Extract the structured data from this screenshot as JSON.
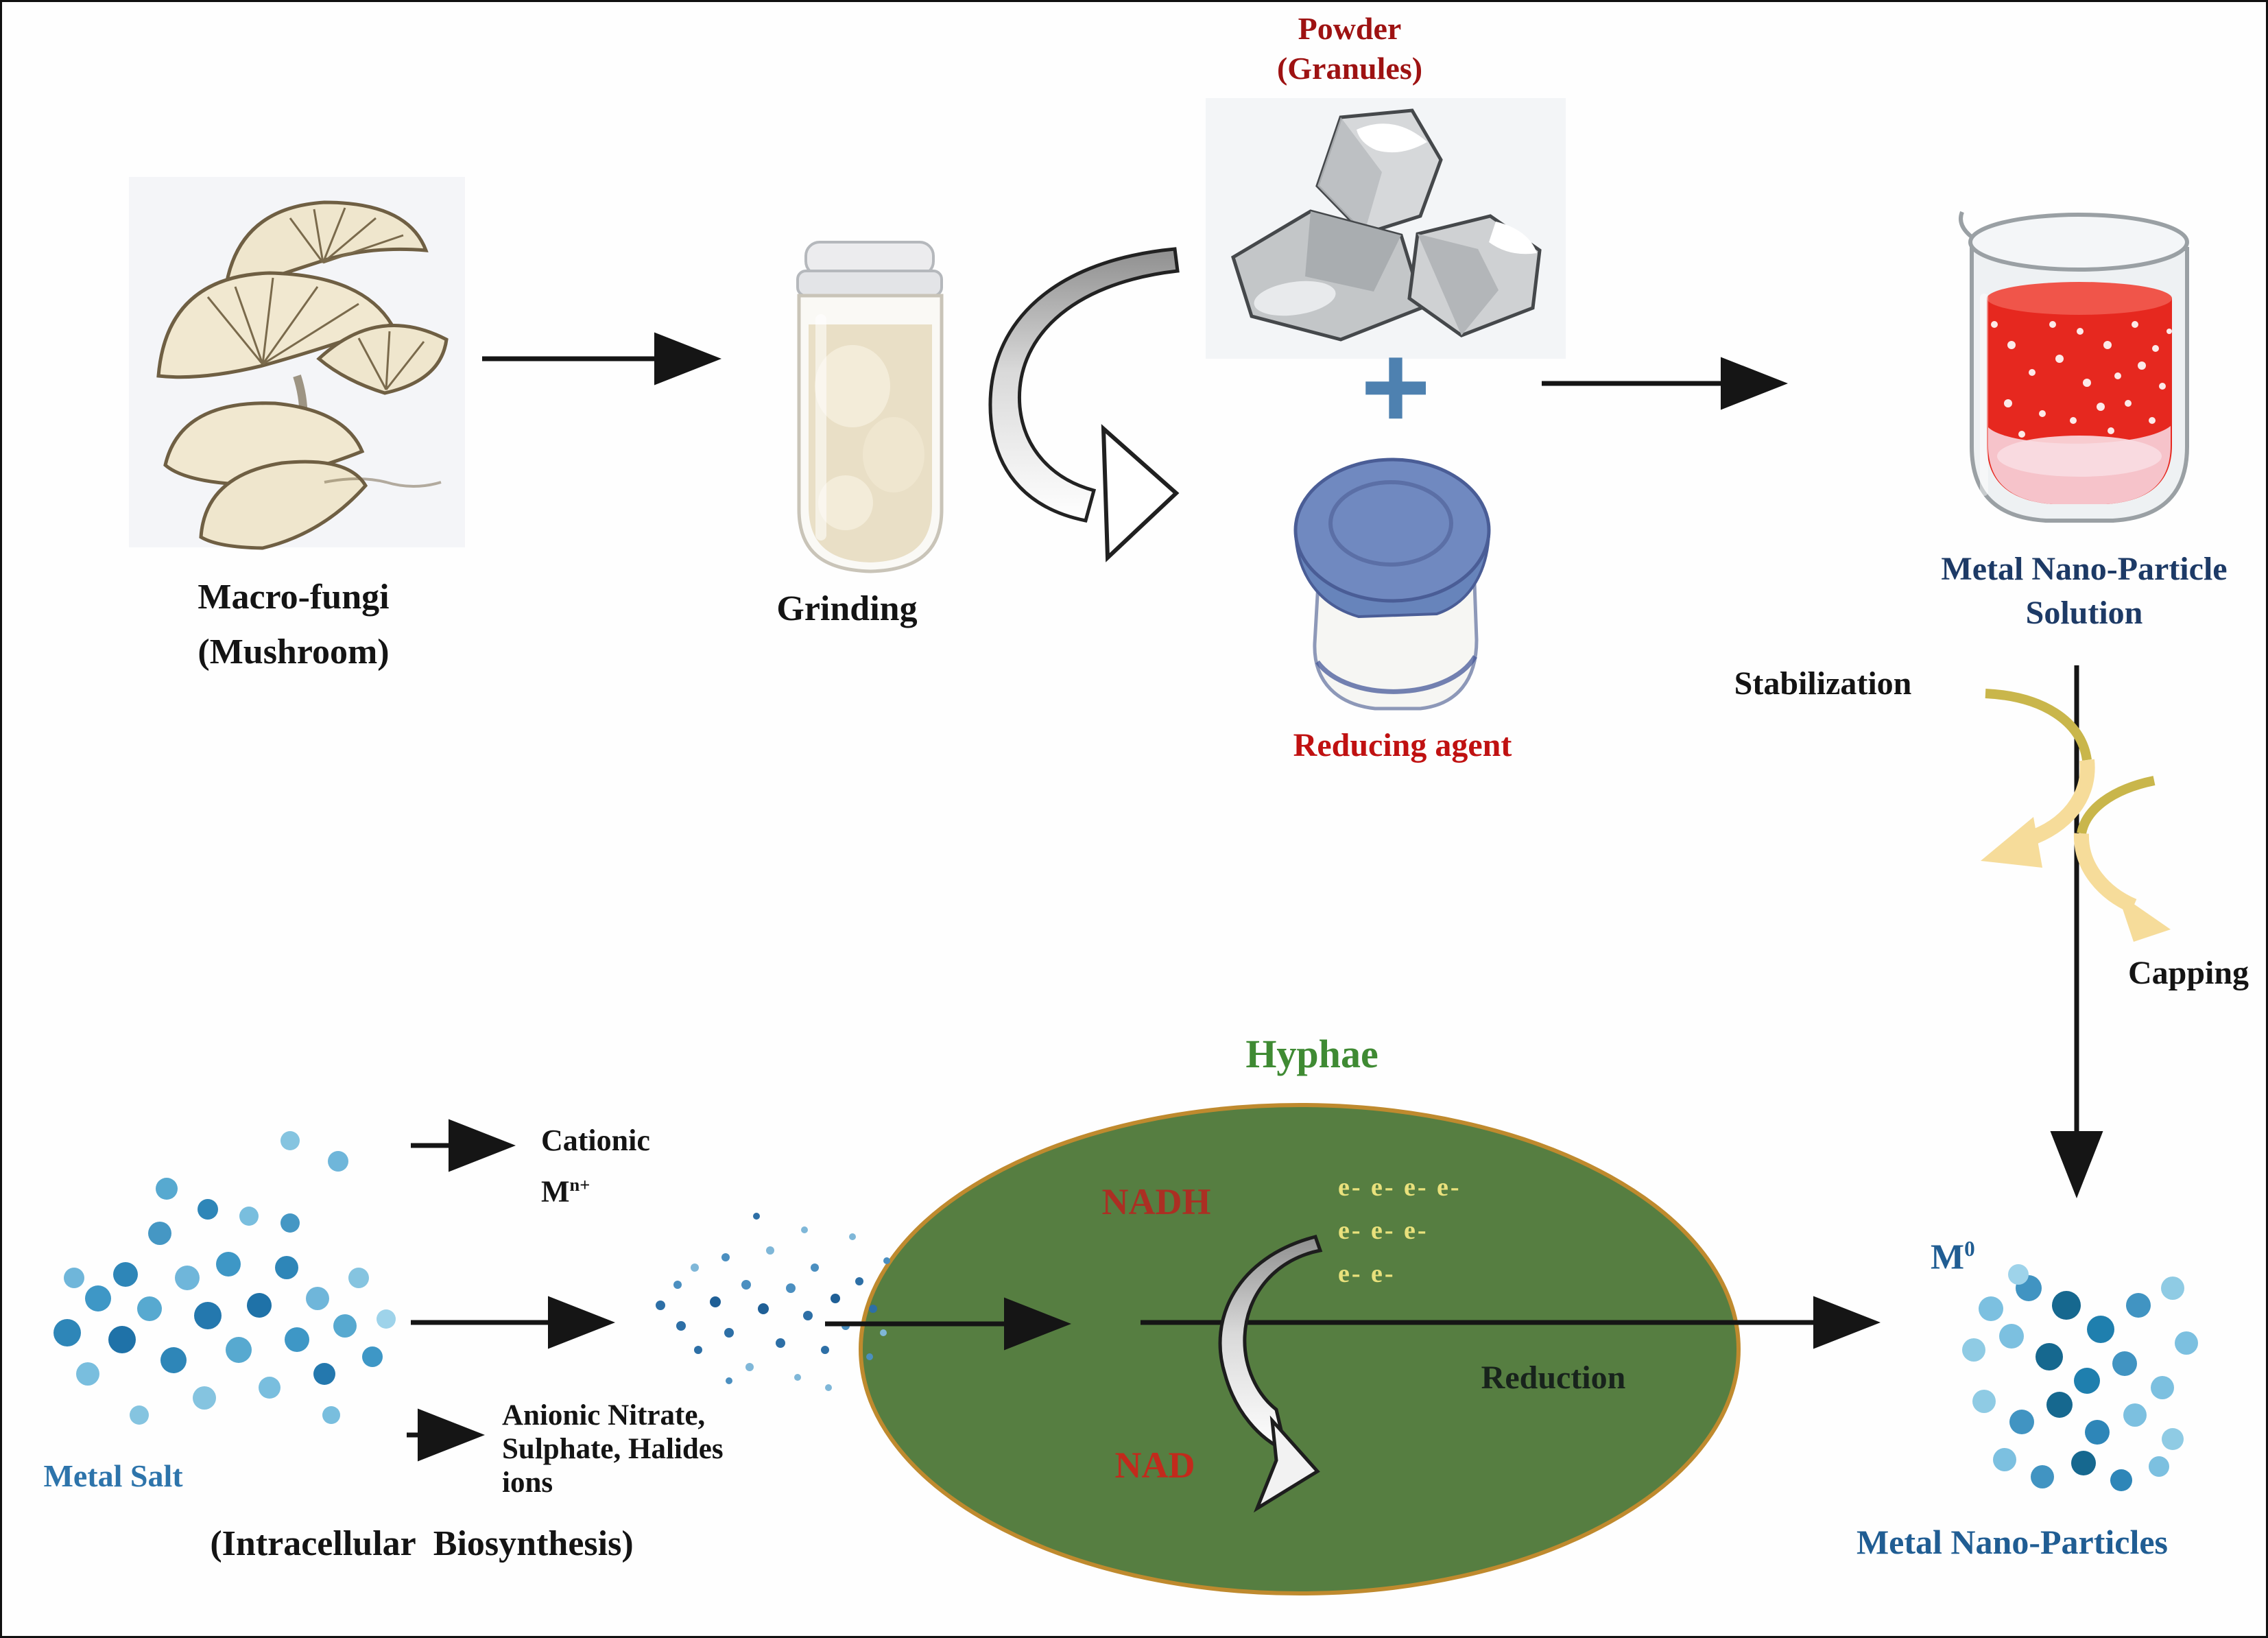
{
  "colors": {
    "label_black": "#141414",
    "powder_red": "#9e1212",
    "reducing_agent_red": "#c01111",
    "solution_navy": "#1d3a66",
    "metal_salt_blue": "#2d74ab",
    "nanoparticles_blue": "#205d93",
    "hyphae_green": "#3f8a33",
    "cell_fill_green": "#567e41",
    "cell_border_orange": "#bf8a2e",
    "plus_blue": "#4e81b0",
    "electron_yellow": "#e9e17c",
    "arrow_black": "#151515",
    "liquid_red": "#e6281f",
    "lid_blue": "#7089c0",
    "swoosh_olive": "#c9b64b",
    "swoosh_yellow": "#f6dc9a"
  },
  "top_flow": {
    "macro_fungi_line1": "Macro-fungi",
    "macro_fungi_line2": "(Mushroom)",
    "grinding_label": "Grinding",
    "powder_line1": "Powder",
    "powder_line2": "(Granules)",
    "plus_sign": "+",
    "reducing_agent_label": "Reducing agent",
    "solution_line1": "Metal Nano-Particle",
    "solution_line2": "Solution",
    "stabilization_label": "Stabilization",
    "capping_label": "Capping"
  },
  "bottom_flow": {
    "metal_salt_label": "Metal Salt",
    "cationic_label": "Cationic",
    "cationic_base": "M",
    "cationic_sup": "n+",
    "anionic_line1": "Anionic Nitrate,",
    "anionic_line2": "Sulphate, Halides",
    "anionic_line3": "ions",
    "intracellular_label": "(Intracellular  Biosynthesis)",
    "hyphae_label": "Hyphae",
    "nadh_label": "NADH",
    "nad_label": "NAD",
    "electron_rows": [
      "e- e- e- e-",
      "e- e- e-",
      "e- e-"
    ],
    "reduction_label": "Reduction",
    "m_zero_base": "M",
    "m_zero_sup": "0",
    "nanoparticles_label": "Metal Nano-Particles"
  }
}
